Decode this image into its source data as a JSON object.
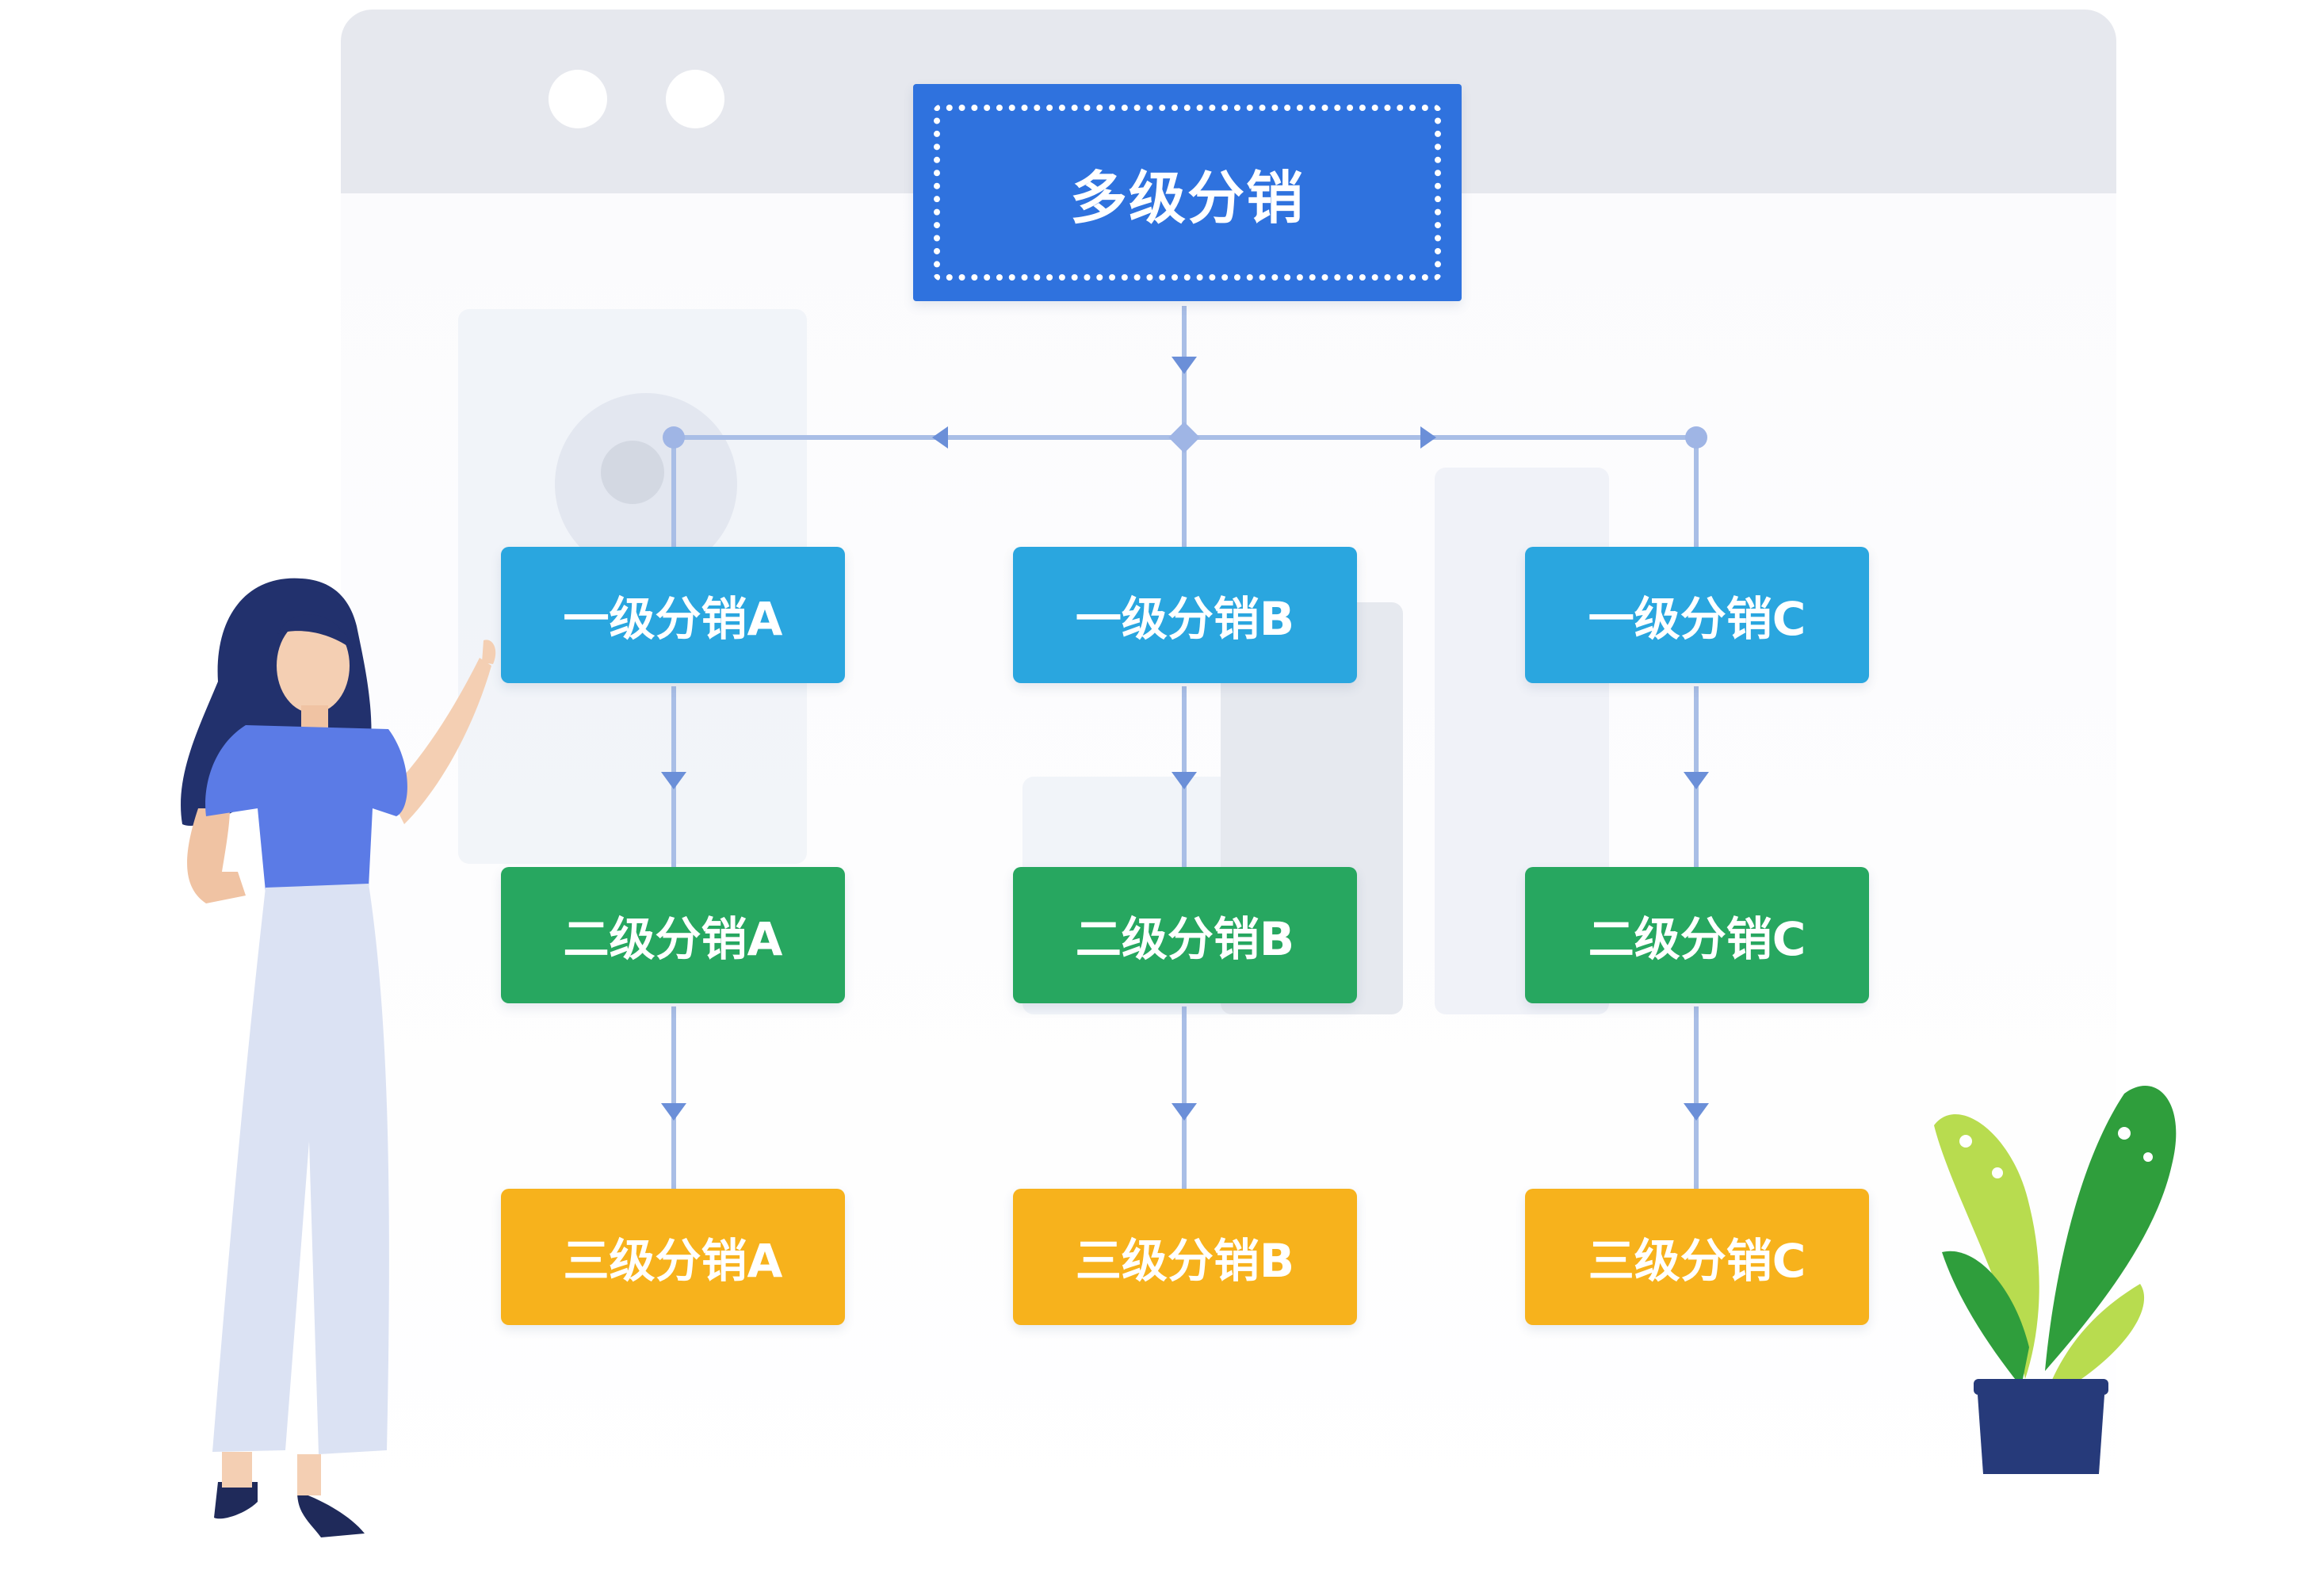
{
  "root": {
    "label": "多级分销"
  },
  "level1": [
    {
      "label": "一级分销A"
    },
    {
      "label": "一级分销B"
    },
    {
      "label": "一级分销C"
    }
  ],
  "level2": [
    {
      "label": "二级分销A"
    },
    {
      "label": "二级分销B"
    },
    {
      "label": "二级分销C"
    }
  ],
  "level3": [
    {
      "label": "三级分销A"
    },
    {
      "label": "三级分销B"
    },
    {
      "label": "三级分销C"
    }
  ],
  "colors": {
    "root": "#2f72de",
    "level1": "#2aa6df",
    "level2": "#27a760",
    "level3": "#f7b21c",
    "connector": "#a9bee6"
  },
  "decorations": [
    "woman-illustration",
    "potted-plant-illustration",
    "browser-window-background"
  ]
}
